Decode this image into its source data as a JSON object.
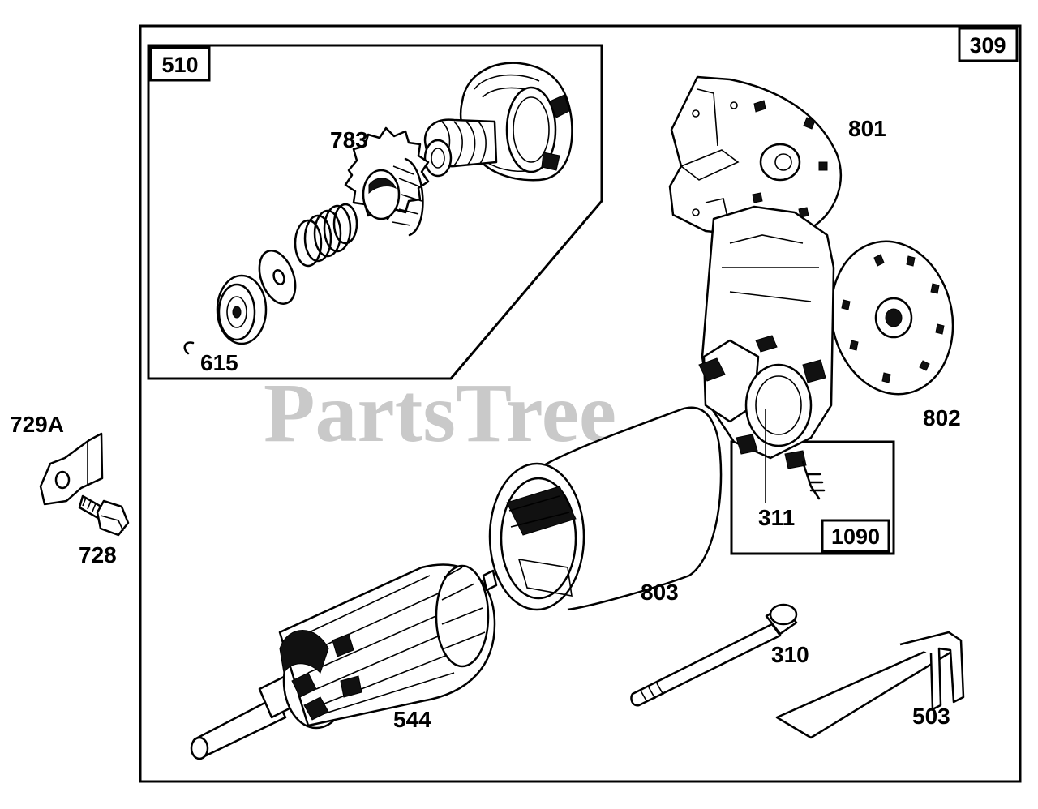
{
  "watermark": "PartsTree",
  "box_labels": {
    "main_assembly": "309",
    "drive_assembly": "510",
    "brush_assembly": "1090"
  },
  "part_labels": {
    "p783": "783",
    "p615": "615",
    "p801": "801",
    "p802": "802",
    "p311": "311",
    "p729a": "729A",
    "p728": "728",
    "p803": "803",
    "p544": "544",
    "p310": "310",
    "p503": "503"
  }
}
